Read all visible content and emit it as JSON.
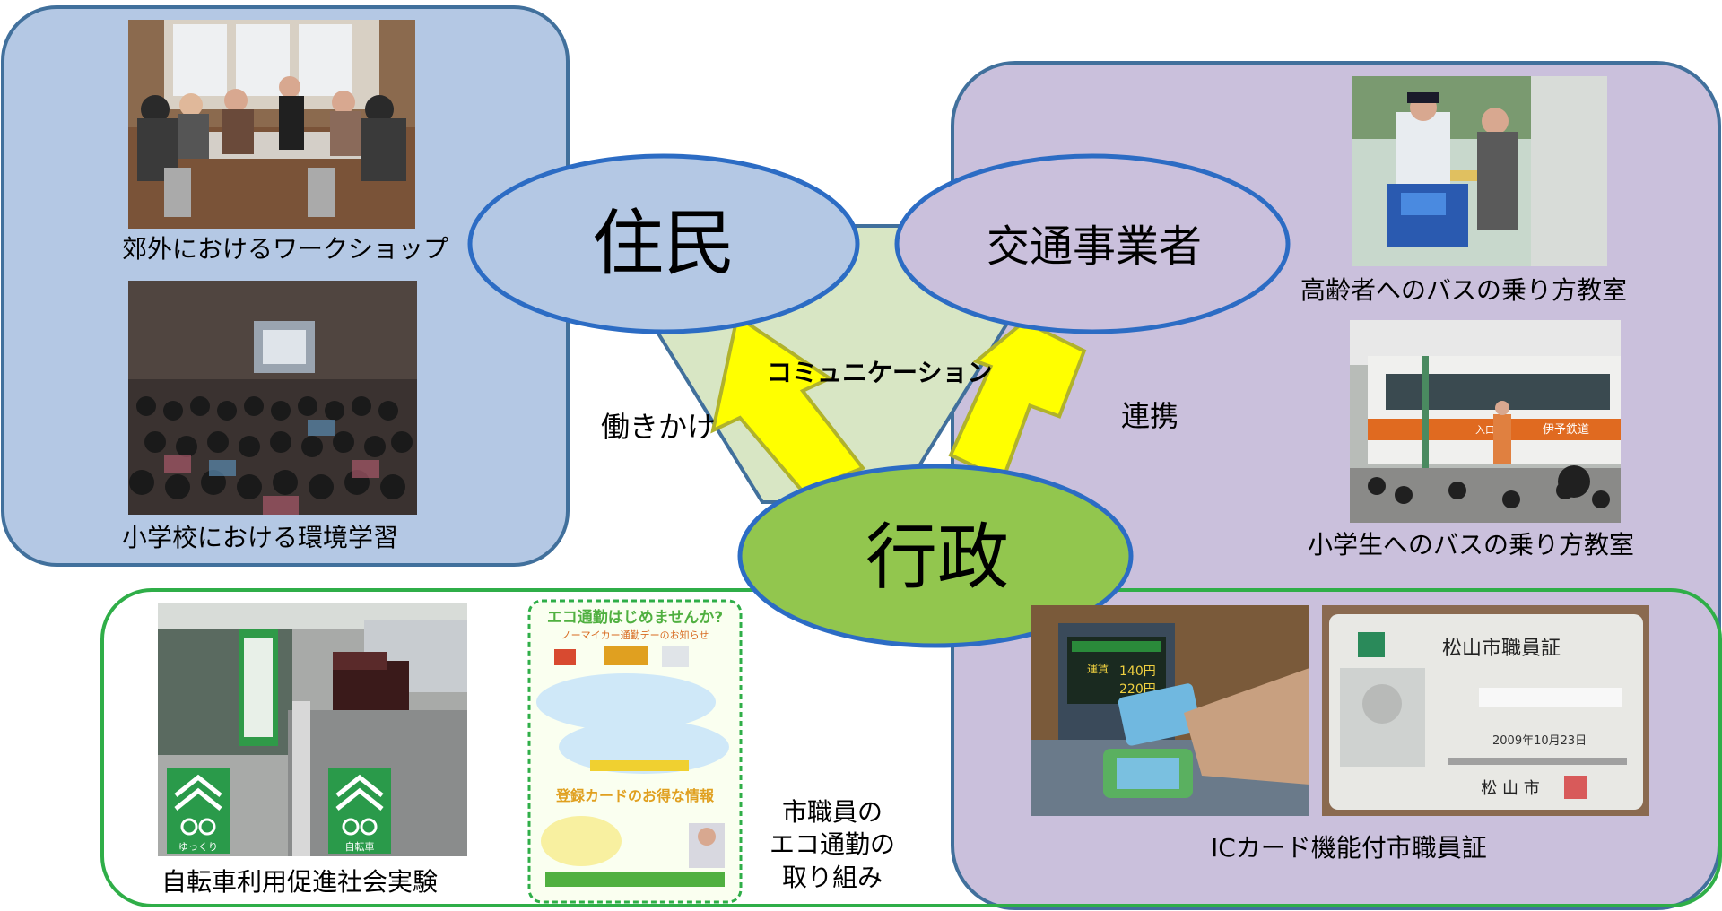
{
  "nodes": {
    "residents": "住民",
    "transport": "交通事業者",
    "government": "行政"
  },
  "edges": {
    "communication": "コミュニケーション",
    "approach": "働きかけ",
    "cooperation": "連携"
  },
  "captions": {
    "workshop": "郊外におけるワークショップ",
    "school_env": "小学校における環境学習",
    "elderly_bus": "高齢者へのバスの乗り方教室",
    "kids_bus": "小学生へのバスの乗り方教室",
    "bicycle": "自転車利用促進社会実験",
    "eco_commute": "市職員の\nエコ通勤の\n取り組み",
    "ic_card": "ICカード機能付市職員証"
  },
  "images": {
    "flyer_title": "エコ通勤はじめませんか?",
    "flyer_subtitle": "ノーマイカー通勤デーのお知らせ",
    "flyer_card": "登録カードのお得な情報",
    "card_title": "松山市職員証",
    "card_date": "2009年10月23日",
    "card_city": "松 山 市",
    "fare_label": "運賃",
    "fare_1": "140円",
    "fare_2": "220円",
    "lane_sign_1": "ゆっくり",
    "lane_sign_2": "自転車",
    "stop_sign": "入口",
    "bus_company": "伊予鉄道"
  },
  "colors": {
    "residents_fill": "#b4c8e4",
    "transport_fill": "#cac0dc",
    "government_fill": "#92c64e",
    "triangle_fill": "#d8e6c4",
    "arrow_fill": "#ffff00",
    "blue_border": "#41709c",
    "green_border": "#2fae48"
  }
}
